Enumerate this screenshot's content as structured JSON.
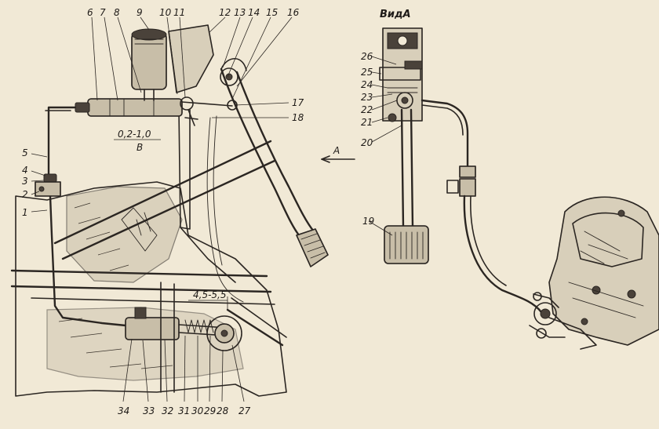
{
  "view_label": "ВидА",
  "arrow_label": "A",
  "section_label": "B",
  "gap_label": "0,2-1,0",
  "stroke_label": "4,5-5,5",
  "parts_left": [
    "1",
    "2",
    "3",
    "4",
    "5",
    "6",
    "7",
    "8",
    "9",
    "10",
    "11",
    "12",
    "13",
    "14",
    "15",
    "16",
    "17",
    "18"
  ],
  "parts_bottom": [
    "34",
    "33",
    "32",
    "31",
    "30",
    "29",
    "28",
    "27"
  ],
  "parts_right": [
    "19",
    "20",
    "21",
    "22",
    "23",
    "24",
    "25",
    "26"
  ],
  "colors": {
    "paper": "#f1e9d6",
    "ink": "#2b2622",
    "shade": "#c8bea8"
  }
}
